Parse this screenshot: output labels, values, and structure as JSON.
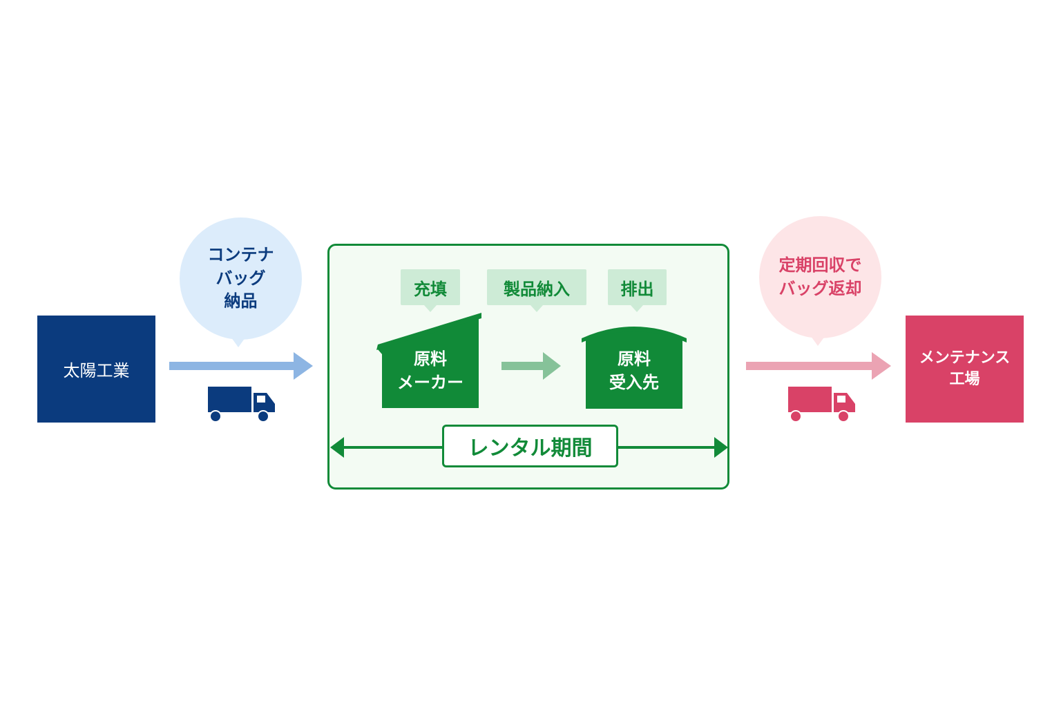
{
  "nodes": {
    "supplier": "太陽工業",
    "maintenance": "メンテナンス\n工場"
  },
  "bubbles": {
    "delivery": "コンテナ\nバッグ\n納品",
    "return": "定期回収で\nバッグ返却"
  },
  "rental": {
    "tags": {
      "filling": "充填",
      "product_delivery": "製品納入",
      "discharge": "排出"
    },
    "buildings": {
      "maker": "原料\nメーカー",
      "receiver": "原料\n受入先"
    },
    "period_label": "レンタル期間"
  },
  "colors": {
    "navy": "#0b3b7e",
    "light_blue": "#dcecfb",
    "arrow_blue": "#8db5e3",
    "green": "#118a38",
    "light_green": "#cdebd6",
    "arrow_green": "#86c299",
    "pink": "#d94267",
    "light_pink": "#fde5e7",
    "arrow_pink": "#eba3b3"
  },
  "icons": [
    "truck-icon",
    "arrow-right-icon",
    "double-arrow-icon",
    "building-icon"
  ]
}
